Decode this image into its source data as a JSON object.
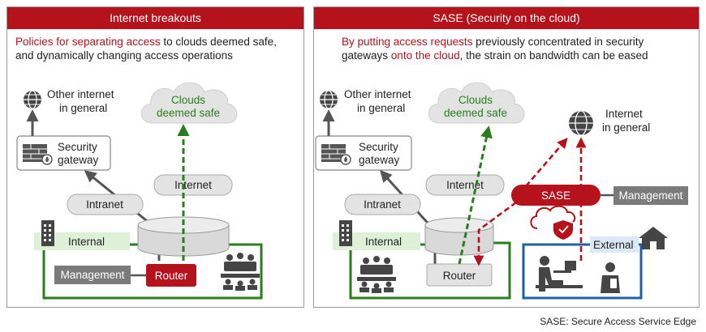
{
  "left_panel": {
    "title": "Internet breakouts",
    "caption_red": "Policies for separating access",
    "caption_rest1": " to clouds deemed safe,",
    "caption_line2": "and dynamically changing access operations",
    "other_internet_line1": "Other internet",
    "other_internet_line2": "in general",
    "clouds_line1": "Clouds",
    "clouds_line2": "deemed safe",
    "security_gateway_line1": "Security",
    "security_gateway_line2": "gateway",
    "intranet": "Intranet",
    "internet": "Internet",
    "internal": "Internal",
    "management": "Management",
    "router": "Router"
  },
  "right_panel": {
    "title": "SASE (Security on the cloud)",
    "caption_red1": "By putting access requests",
    "caption_rest1": " previously concentrated in security",
    "caption_line2_a": "gateways ",
    "caption_red2": "onto the cloud",
    "caption_line2_b": ", the strain on bandwidth can be eased",
    "other_internet_line1": "Other internet",
    "other_internet_line2": "in general",
    "clouds_line1": "Clouds",
    "clouds_line2": "deemed safe",
    "internet_general_line1": "Internet",
    "internet_general_line2": "in general",
    "security_gateway_line1": "Security",
    "security_gateway_line2": "gateway",
    "intranet": "Intranet",
    "internet": "Internet",
    "internal": "Internal",
    "sase": "SASE",
    "management": "Management",
    "external": "External",
    "router": "Router"
  },
  "footnote": "SASE: Secure Access Service Edge",
  "colors": {
    "accent_red": "#b5121b",
    "green": "#2a7d1c",
    "blue": "#1f5fa8",
    "gray_box": "#7b7b7b",
    "light_gray": "#e3e3e3",
    "icon_dark": "#454545"
  }
}
